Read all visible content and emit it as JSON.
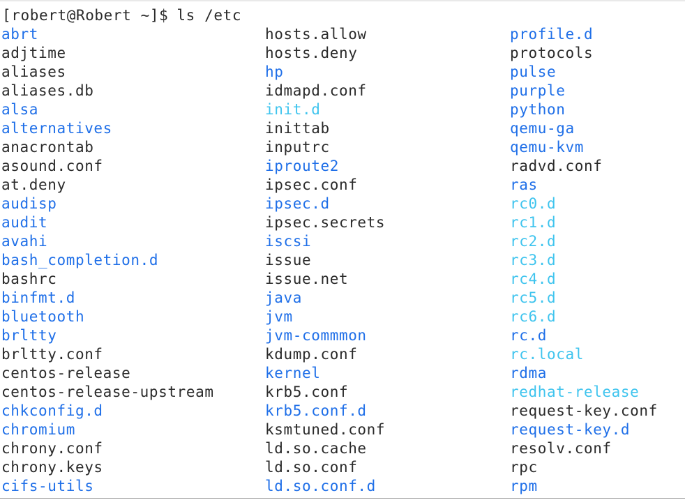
{
  "terminal": {
    "prompt": "[robert@Robert ~]$",
    "command": "ls /etc",
    "colors": {
      "directory": "#1f6fe8",
      "symlink": "#3fc4ee",
      "file": "#2b2b2b",
      "background": "#ffffff"
    },
    "columns": [
      [
        {
          "name": "abrt",
          "type": "dir"
        },
        {
          "name": "adjtime",
          "type": "file"
        },
        {
          "name": "aliases",
          "type": "file"
        },
        {
          "name": "aliases.db",
          "type": "file"
        },
        {
          "name": "alsa",
          "type": "dir"
        },
        {
          "name": "alternatives",
          "type": "dir"
        },
        {
          "name": "anacrontab",
          "type": "file"
        },
        {
          "name": "asound.conf",
          "type": "file"
        },
        {
          "name": "at.deny",
          "type": "file"
        },
        {
          "name": "audisp",
          "type": "dir"
        },
        {
          "name": "audit",
          "type": "dir"
        },
        {
          "name": "avahi",
          "type": "dir"
        },
        {
          "name": "bash_completion.d",
          "type": "dir"
        },
        {
          "name": "bashrc",
          "type": "file"
        },
        {
          "name": "binfmt.d",
          "type": "dir"
        },
        {
          "name": "bluetooth",
          "type": "dir"
        },
        {
          "name": "brltty",
          "type": "dir"
        },
        {
          "name": "brltty.conf",
          "type": "file"
        },
        {
          "name": "centos-release",
          "type": "file"
        },
        {
          "name": "centos-release-upstream",
          "type": "file"
        },
        {
          "name": "chkconfig.d",
          "type": "dir"
        },
        {
          "name": "chromium",
          "type": "dir"
        },
        {
          "name": "chrony.conf",
          "type": "file"
        },
        {
          "name": "chrony.keys",
          "type": "file"
        },
        {
          "name": "cifs-utils",
          "type": "dir"
        }
      ],
      [
        {
          "name": "hosts.allow",
          "type": "file"
        },
        {
          "name": "hosts.deny",
          "type": "file"
        },
        {
          "name": "hp",
          "type": "dir"
        },
        {
          "name": "idmapd.conf",
          "type": "file"
        },
        {
          "name": "init.d",
          "type": "link"
        },
        {
          "name": "inittab",
          "type": "file"
        },
        {
          "name": "inputrc",
          "type": "file"
        },
        {
          "name": "iproute2",
          "type": "dir"
        },
        {
          "name": "ipsec.conf",
          "type": "file"
        },
        {
          "name": "ipsec.d",
          "type": "dir"
        },
        {
          "name": "ipsec.secrets",
          "type": "file"
        },
        {
          "name": "iscsi",
          "type": "dir"
        },
        {
          "name": "issue",
          "type": "file"
        },
        {
          "name": "issue.net",
          "type": "file"
        },
        {
          "name": "java",
          "type": "dir"
        },
        {
          "name": "jvm",
          "type": "dir"
        },
        {
          "name": "jvm-commmon",
          "type": "dir"
        },
        {
          "name": "kdump.conf",
          "type": "file"
        },
        {
          "name": "kernel",
          "type": "dir"
        },
        {
          "name": "krb5.conf",
          "type": "file"
        },
        {
          "name": "krb5.conf.d",
          "type": "dir"
        },
        {
          "name": "ksmtuned.conf",
          "type": "file"
        },
        {
          "name": "ld.so.cache",
          "type": "file"
        },
        {
          "name": "ld.so.conf",
          "type": "file"
        },
        {
          "name": "ld.so.conf.d",
          "type": "dir"
        }
      ],
      [
        {
          "name": "profile.d",
          "type": "dir"
        },
        {
          "name": "protocols",
          "type": "file"
        },
        {
          "name": "pulse",
          "type": "dir"
        },
        {
          "name": "purple",
          "type": "dir"
        },
        {
          "name": "python",
          "type": "dir"
        },
        {
          "name": "qemu-ga",
          "type": "dir"
        },
        {
          "name": "qemu-kvm",
          "type": "dir"
        },
        {
          "name": "radvd.conf",
          "type": "file"
        },
        {
          "name": "ras",
          "type": "dir"
        },
        {
          "name": "rc0.d",
          "type": "link"
        },
        {
          "name": "rc1.d",
          "type": "link"
        },
        {
          "name": "rc2.d",
          "type": "link"
        },
        {
          "name": "rc3.d",
          "type": "link"
        },
        {
          "name": "rc4.d",
          "type": "link"
        },
        {
          "name": "rc5.d",
          "type": "link"
        },
        {
          "name": "rc6.d",
          "type": "link"
        },
        {
          "name": "rc.d",
          "type": "dir"
        },
        {
          "name": "rc.local",
          "type": "link"
        },
        {
          "name": "rdma",
          "type": "dir"
        },
        {
          "name": "redhat-release",
          "type": "link"
        },
        {
          "name": "request-key.conf",
          "type": "file"
        },
        {
          "name": "request-key.d",
          "type": "dir"
        },
        {
          "name": "resolv.conf",
          "type": "file"
        },
        {
          "name": "rpc",
          "type": "file"
        },
        {
          "name": "rpm",
          "type": "dir"
        }
      ]
    ]
  }
}
